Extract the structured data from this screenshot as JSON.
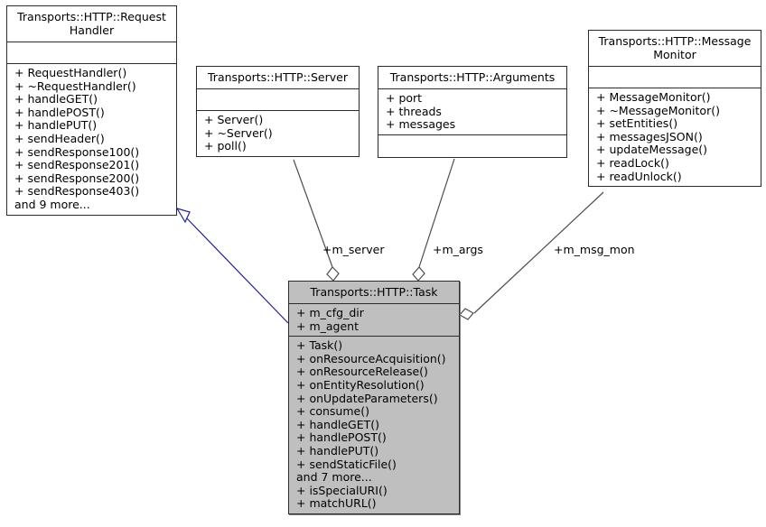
{
  "diagram": {
    "type": "uml-collaboration-diagram",
    "background_color": "#ffffff",
    "highlight_fill": "#bfbfbf",
    "border_color": "#2b2b2b",
    "inheritance_edge_color": "#22228f",
    "association_edge_color": "#4d4d4d"
  },
  "nodes": {
    "request_handler": {
      "title": "Transports::HTTP::Request\nHandler",
      "attributes": [],
      "methods": [
        "+ RequestHandler()",
        "+ ~RequestHandler()",
        "+ handleGET()",
        "+ handlePOST()",
        "+ handlePUT()",
        "+ sendHeader()",
        "+ sendResponse100()",
        "+ sendResponse201()",
        "+ sendResponse200()",
        "+ sendResponse403()",
        "and 9 more..."
      ]
    },
    "server": {
      "title": "Transports::HTTP::Server",
      "attributes": [],
      "methods": [
        "+ Server()",
        "+ ~Server()",
        "+ poll()"
      ]
    },
    "arguments": {
      "title": "Transports::HTTP::Arguments",
      "attributes": [
        "+ port",
        "+ threads",
        "+ messages"
      ],
      "methods": []
    },
    "message_monitor": {
      "title": "Transports::HTTP::Message\nMonitor",
      "attributes": [],
      "methods": [
        "+ MessageMonitor()",
        "+ ~MessageMonitor()",
        "+ setEntities()",
        "+ messagesJSON()",
        "+ updateMessage()",
        "+ readLock()",
        "+ readUnlock()"
      ]
    },
    "task": {
      "title": "Transports::HTTP::Task",
      "attributes": [
        "+ m_cfg_dir",
        "+ m_agent"
      ],
      "methods": [
        "+ Task()",
        "+ onResourceAcquisition()",
        "+ onResourceRelease()",
        "+ onEntityResolution()",
        "+ onUpdateParameters()",
        "+ consume()",
        "+ handleGET()",
        "+ handlePOST()",
        "+ handlePUT()",
        "+ sendStaticFile()",
        "and 7 more...",
        "+ isSpecialURI()",
        "+ matchURL()"
      ]
    }
  },
  "edges": {
    "inheritance": {
      "from": "task",
      "to": "request_handler",
      "label": ""
    },
    "server_assoc": {
      "from": "server",
      "to": "task",
      "label": "+m_server"
    },
    "args_assoc": {
      "from": "arguments",
      "to": "task",
      "label": "+m_args"
    },
    "monitor_assoc": {
      "from": "message_monitor",
      "to": "task",
      "label": "+m_msg_mon"
    }
  }
}
